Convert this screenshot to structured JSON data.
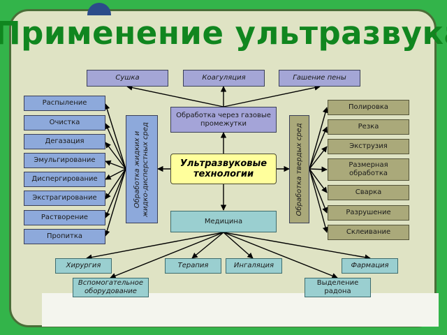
{
  "title": "Применение ультразвука",
  "center": "Ультразвуковые технологии",
  "gas": "Обработка через газовые промежутки",
  "medicine": "Медицина",
  "liquid": "Обработка жидких и жидко-дисперстных сред",
  "solid": "Обработка твердых сред",
  "top": [
    "Сушка",
    "Коагуляция",
    "Гашение пены"
  ],
  "left": [
    "Распыление",
    "Очистка",
    "Дегазация",
    "Эмульгирование",
    "Диспергирование",
    "Экстрагирование",
    "Растворение",
    "Пропитка"
  ],
  "right": [
    "Полировка",
    "Резка",
    "Экструзия",
    "Размерная обработка",
    "Сварка",
    "Разрушение",
    "Склеивание"
  ],
  "bottom_row": [
    "Хирургия",
    "Терапия",
    "Ингаляция",
    "Фармация"
  ],
  "bottom_lower": [
    "Вспомогательное оборудование",
    "Выделение радона"
  ]
}
